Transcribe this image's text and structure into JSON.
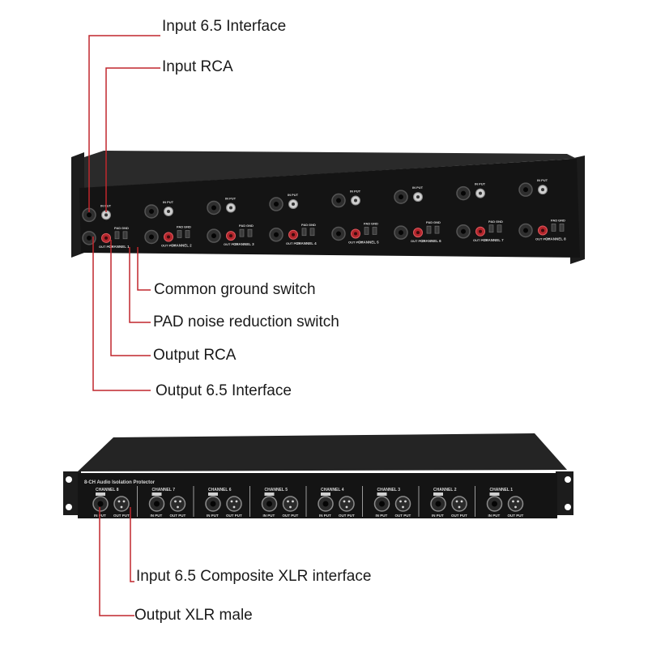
{
  "top_callouts": [
    {
      "id": "input-6-5-interface",
      "text": "Input 6.5 Interface"
    },
    {
      "id": "input-rca",
      "text": "Input RCA"
    },
    {
      "id": "common-ground-switch",
      "text": "Common ground switch"
    },
    {
      "id": "pad-noise-reduction-switch",
      "text": "PAD noise reduction switch"
    },
    {
      "id": "output-rca",
      "text": "Output RCA"
    },
    {
      "id": "output-6-5-interface",
      "text": "Output 6.5 Interface"
    }
  ],
  "bottom_callouts": [
    {
      "id": "input-6-5-composite-xlr",
      "text": "Input 6.5 Composite XLR interface"
    },
    {
      "id": "output-xlr-male",
      "text": "Output XLR male"
    }
  ],
  "top_panel": {
    "channels": [
      "CHANNEL 1",
      "CHANNEL 2",
      "CHANNEL 3",
      "CHANNEL 4",
      "CHANNEL 5",
      "CHANNEL 6",
      "CHANNEL 7",
      "CHANNEL 8"
    ],
    "in_label": "IN PUT",
    "out_label": "OUT PUT",
    "pad_label": "PAD",
    "gnd_label": "GND"
  },
  "bottom_panel": {
    "title": "8-CH Audio Isolation Protector",
    "channels": [
      "CHANNEL 8",
      "CHANNEL 7",
      "CHANNEL 6",
      "CHANNEL 5",
      "CHANNEL 4",
      "CHANNEL 3",
      "CHANNEL 2",
      "CHANNEL 1"
    ],
    "in_label": "IN PUT",
    "out_label": "OUT PUT"
  },
  "colors": {
    "callout_line": "#c0272d",
    "chassis": "#141414",
    "chassis_top": "#262626",
    "ear": "#1c1c1c",
    "rca_red": "#b3262c",
    "rca_white": "#cfcfcf"
  }
}
